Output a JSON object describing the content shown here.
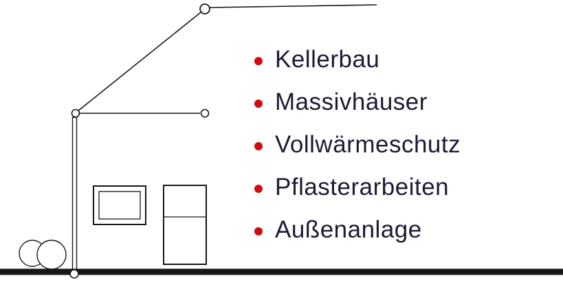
{
  "services": {
    "items": [
      {
        "label": "Kellerbau"
      },
      {
        "label": "Massivhäuser"
      },
      {
        "label": "Vollwärmeschutz"
      },
      {
        "label": "Pflasterarbeiten"
      },
      {
        "label": "Außenanlage"
      }
    ]
  },
  "colors": {
    "bullet_red": "#d10a10",
    "text": "#1b1b34",
    "line": "#161616",
    "background": "#ffffff"
  },
  "illustration": {
    "subject": "house-construction-outline"
  }
}
